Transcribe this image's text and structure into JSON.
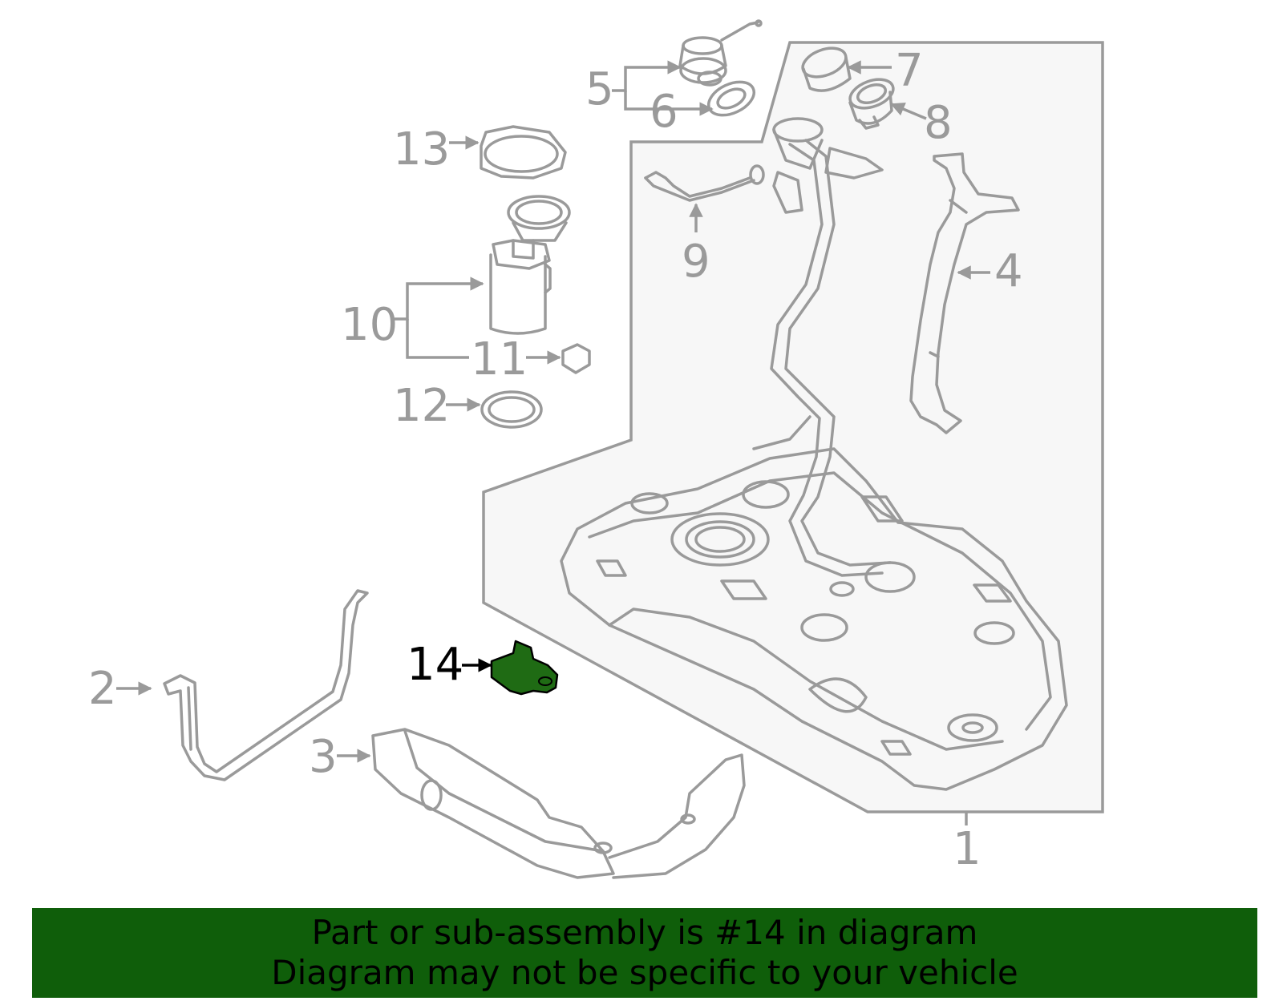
{
  "callouts": [
    {
      "id": "1",
      "label": "1"
    },
    {
      "id": "2",
      "label": "2"
    },
    {
      "id": "3",
      "label": "3"
    },
    {
      "id": "4",
      "label": "4"
    },
    {
      "id": "5",
      "label": "5"
    },
    {
      "id": "6",
      "label": "6"
    },
    {
      "id": "7",
      "label": "7"
    },
    {
      "id": "8",
      "label": "8"
    },
    {
      "id": "9",
      "label": "9"
    },
    {
      "id": "10",
      "label": "10"
    },
    {
      "id": "11",
      "label": "11"
    },
    {
      "id": "12",
      "label": "12"
    },
    {
      "id": "13",
      "label": "13"
    },
    {
      "id": "14",
      "label": "14"
    }
  ],
  "highlighted_part": "14",
  "colors": {
    "line_gray": "#9a9a9a",
    "highlight_green": "#1f6b14",
    "banner_green": "#0f5e0a",
    "panel_fill": "#f7f7f7"
  },
  "banner": {
    "line1": "Part or sub-assembly is #14 in diagram",
    "line2": "Diagram may not be specific to your vehicle"
  }
}
